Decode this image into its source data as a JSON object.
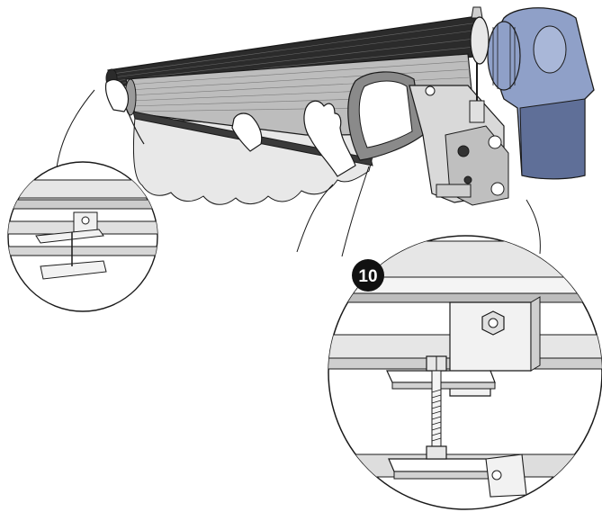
{
  "step_badge": {
    "number": "10"
  },
  "colors": {
    "background": "#ffffff",
    "line": "#1a1a1a",
    "canvas_dark": "#2b2b2b",
    "canvas_mid": "#6f6f6f",
    "canvas_light": "#cfcfcf",
    "motor_blue": "#8fa0c8",
    "motor_blue_dark": "#5f6f98",
    "frame_grey": "#d9d9d9",
    "bar_grey": "#e6e6e6",
    "badge": "#111111"
  },
  "icons": [
    "awning-cassette-illustration",
    "motor-end-cap-icon",
    "hands-lifting-icon",
    "detail-magnifier-left",
    "detail-magnifier-right",
    "mounting-bracket-bolt-icon"
  ]
}
